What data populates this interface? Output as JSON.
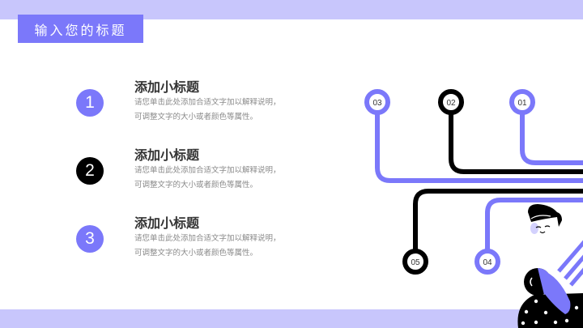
{
  "header": {
    "title": "输入您的标题"
  },
  "items": [
    {
      "number": "1",
      "title": "添加小标题",
      "desc_line1": "请您单击此处添加合适文字加以解释说明，",
      "desc_line2": "可调整文字的大小或者颜色等属性。",
      "style": "purple"
    },
    {
      "number": "2",
      "title": "添加小标题",
      "desc_line1": "请您单击此处添加合适文字加以解释说明，",
      "desc_line2": "可调整文字的大小或者颜色等属性。",
      "style": "black"
    },
    {
      "number": "3",
      "title": "添加小标题",
      "desc_line1": "请您单击此处添加合适文字加以解释说明，",
      "desc_line2": "可调整文字的大小或者颜色等属性。",
      "style": "purple"
    }
  ],
  "diagram": {
    "nodes": [
      {
        "label": "01",
        "color": "#7B78FA"
      },
      {
        "label": "02",
        "color": "#000000"
      },
      {
        "label": "03",
        "color": "#7B78FA"
      },
      {
        "label": "04",
        "color": "#7B78FA"
      },
      {
        "label": "05",
        "color": "#000000"
      }
    ]
  },
  "colors": {
    "accent": "#7B78FA",
    "band": "#C8C6FC",
    "dark": "#000000",
    "heading": "#333333",
    "body_text": "#8A8A8A"
  }
}
